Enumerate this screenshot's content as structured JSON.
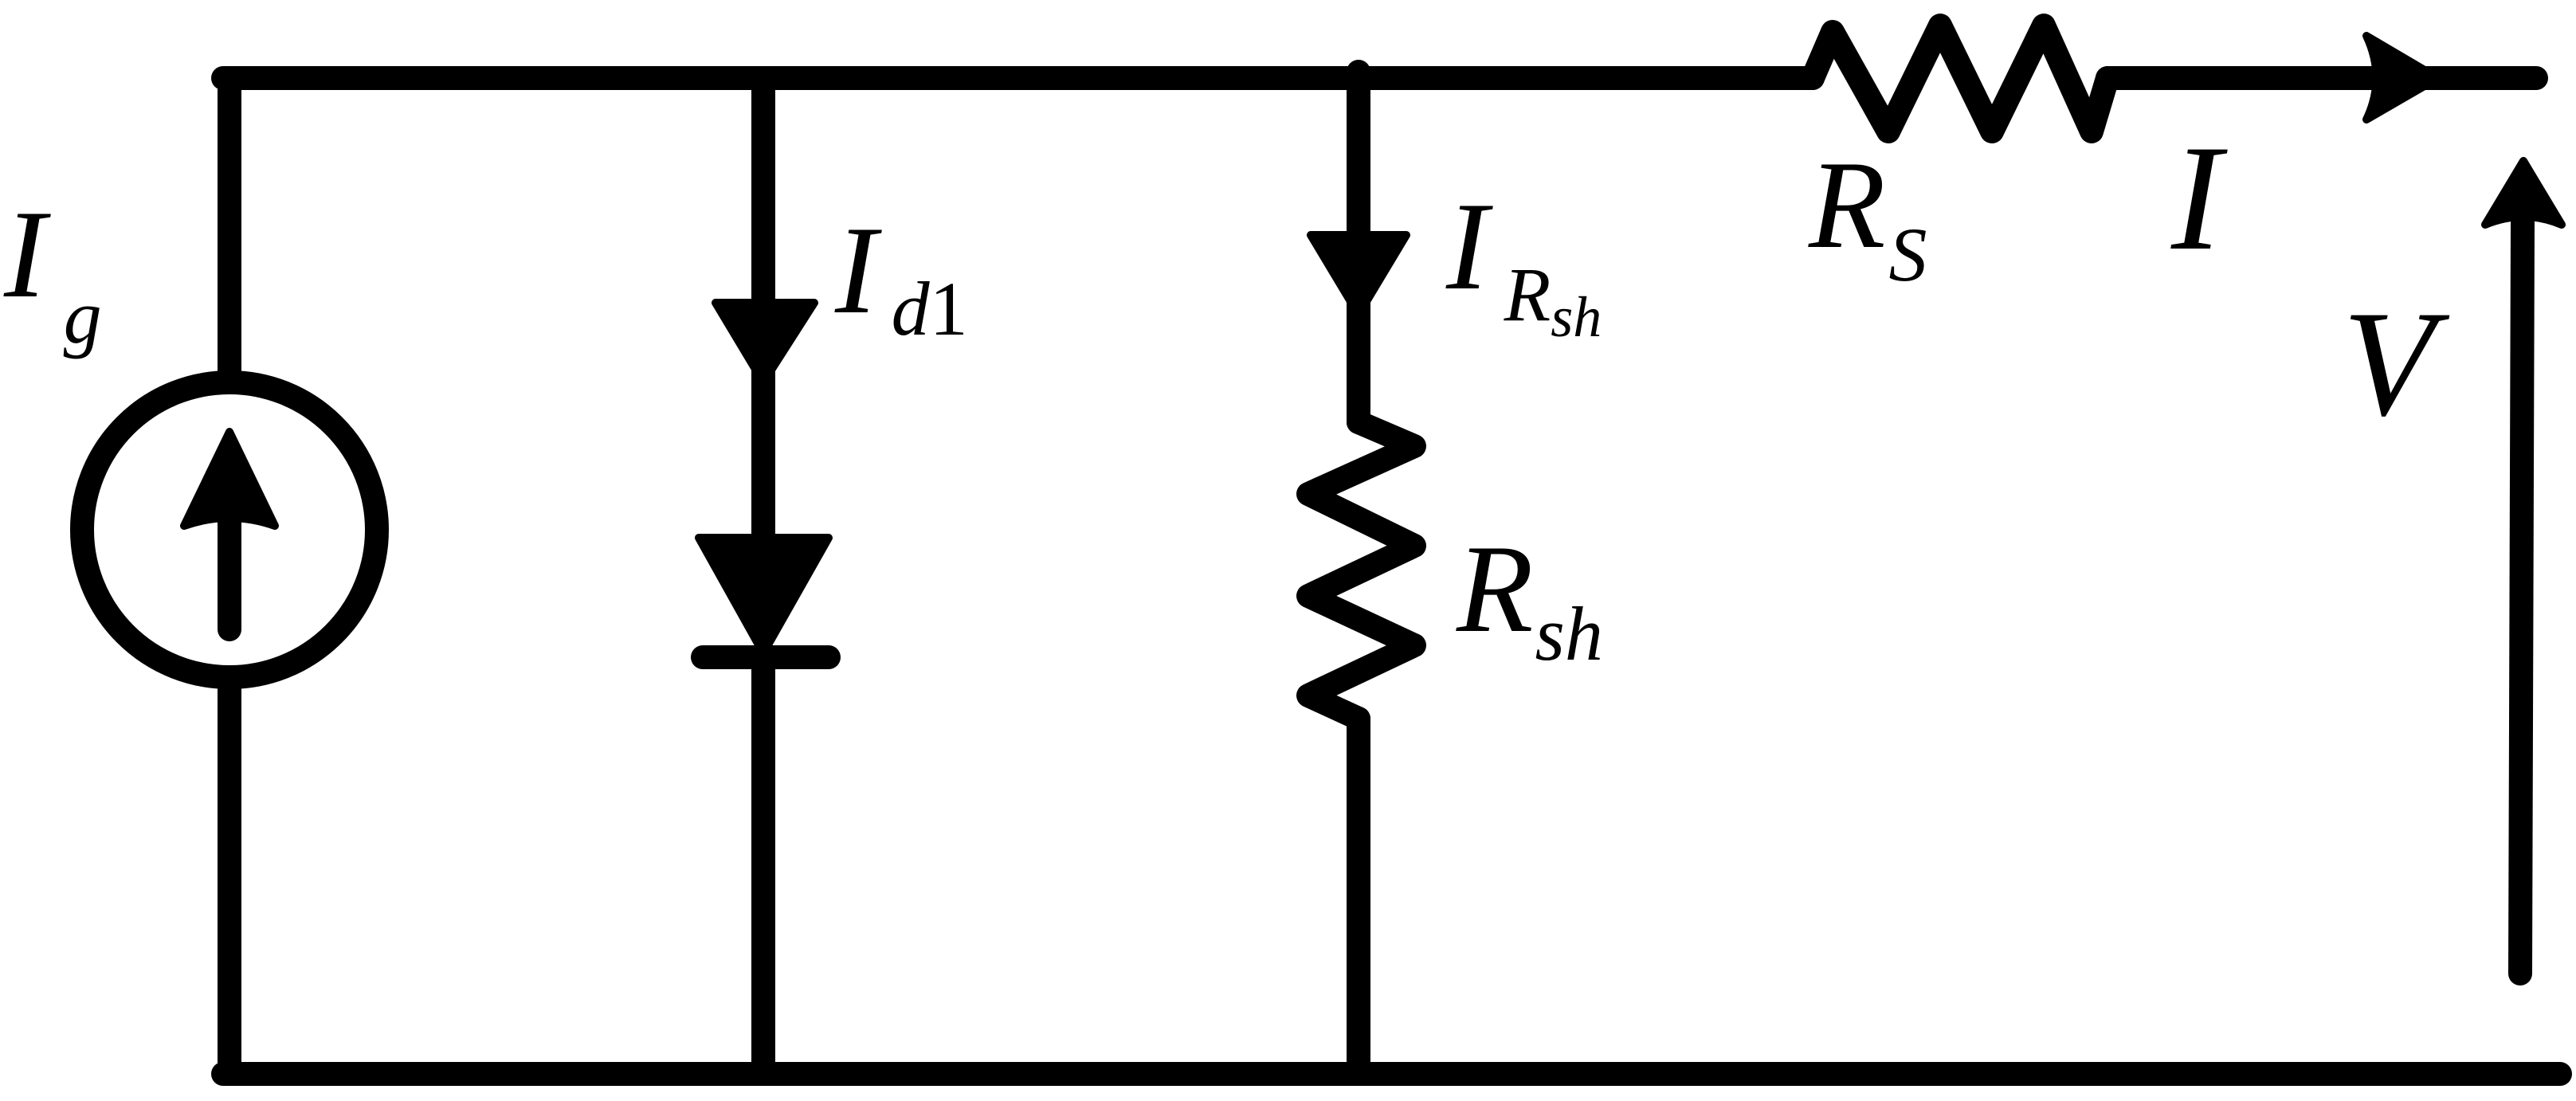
{
  "diagram": {
    "title": "",
    "labels": {
      "source_current": {
        "main": "I",
        "sub": "g"
      },
      "diode_current": {
        "main": "I",
        "sub": "d",
        "sub_digit": "1"
      },
      "shunt_current": {
        "main": "I",
        "sub": "R",
        "subsub": "sh"
      },
      "shunt_resistor": {
        "main": "R",
        "sub": "sh"
      },
      "series_resistor": {
        "main": "R",
        "sub": "S"
      },
      "output_current": {
        "main": "I"
      },
      "output_voltage": {
        "main": "V"
      }
    },
    "components": [
      {
        "id": "current-source",
        "type": "current source"
      },
      {
        "id": "diode",
        "type": "diode"
      },
      {
        "id": "shunt-resistor",
        "type": "resistor"
      },
      {
        "id": "series-resistor",
        "type": "resistor"
      }
    ],
    "colors": {
      "line": "#000000",
      "background": "#ffffff"
    }
  }
}
